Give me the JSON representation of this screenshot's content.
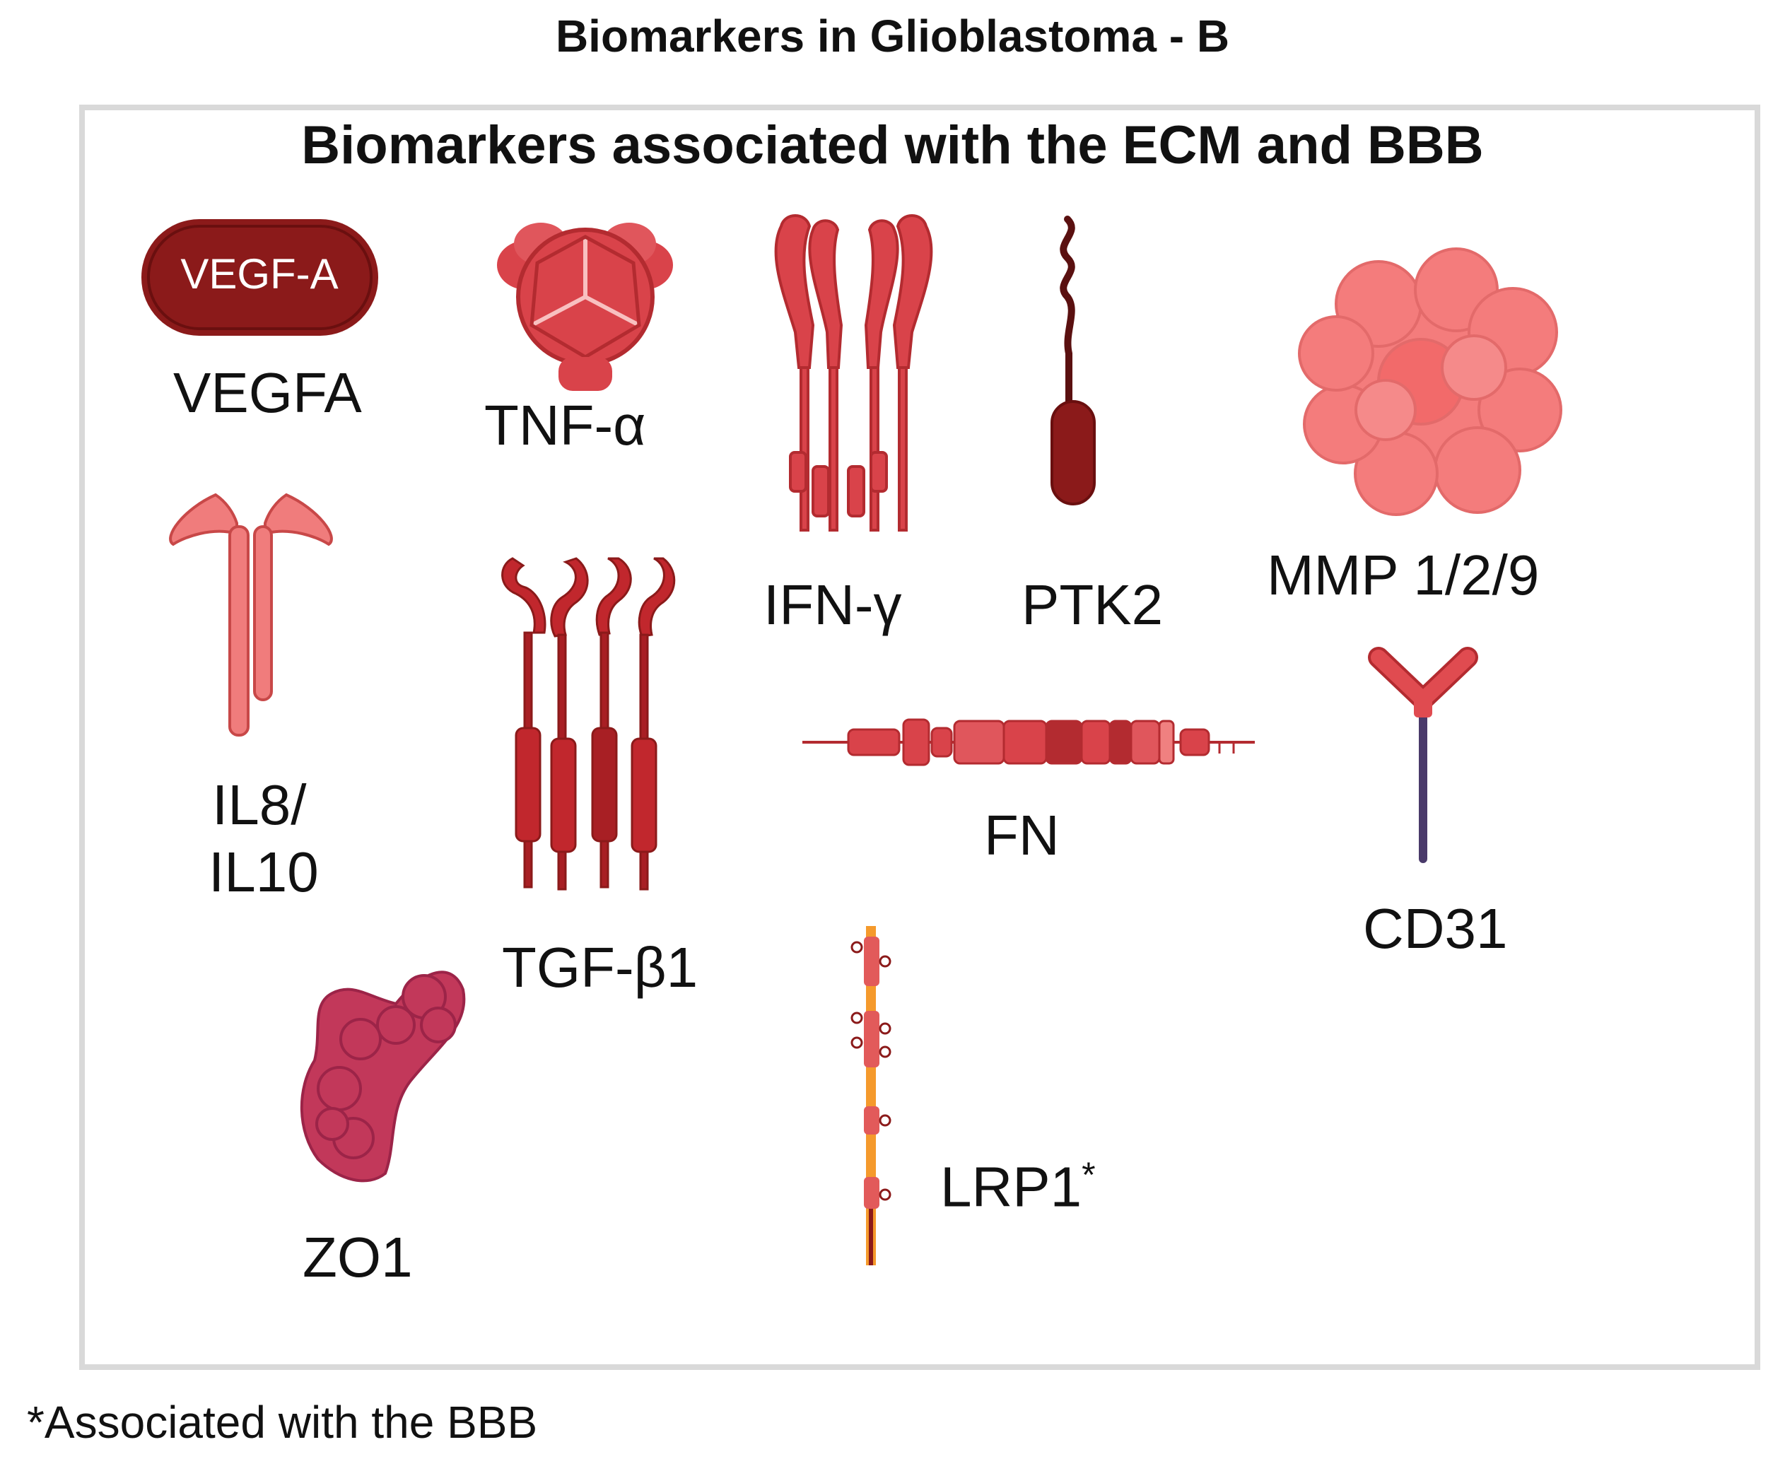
{
  "title": "Biomarkers in Glioblastoma - B",
  "panel": {
    "heading": "Biomarkers associated  with the ECM and BBB",
    "biomarkers": [
      {
        "id": "vegfa",
        "label": "VEGFA",
        "badge": "VEGF-A",
        "icon": "vegf-a-protein-icon"
      },
      {
        "id": "tnf",
        "label": "TNF-α",
        "icon": "tnf-alpha-trimer-icon"
      },
      {
        "id": "ifn",
        "label": "IFN-γ",
        "icon": "ifn-gamma-receptor-icon"
      },
      {
        "id": "ptk2",
        "label": "PTK2",
        "icon": "ptk2-kinase-icon"
      },
      {
        "id": "mmp",
        "label": "MMP 1/2/9",
        "icon": "mmp-protein-blob-icon"
      },
      {
        "id": "il",
        "label_line1": "IL8/",
        "label_line2": "IL10",
        "icon": "il-receptor-icon"
      },
      {
        "id": "tgf",
        "label": "TGF-β1",
        "icon": "tgf-beta-receptor-icon"
      },
      {
        "id": "fn",
        "label": "FN",
        "icon": "fibronectin-chain-icon"
      },
      {
        "id": "cd31",
        "label": "CD31",
        "icon": "cd31-y-receptor-icon"
      },
      {
        "id": "zo1",
        "label": "ZO1",
        "icon": "zo1-protein-blob-icon"
      },
      {
        "id": "lrp1",
        "label": "LRP1",
        "asterisk": "*",
        "icon": "lrp1-receptor-icon"
      }
    ]
  },
  "footnote": "*Associated with the BBB",
  "colors": {
    "dark_red": "#8b1a1a",
    "red": "#d9434a",
    "mid_red": "#c1272d",
    "salmon": "#f07c7c",
    "pink_blob": "#f47c7c",
    "magenta": "#c2385a",
    "orange": "#f59a2c",
    "purple": "#4a3a6a",
    "frame_gray": "#d9d9d9"
  }
}
